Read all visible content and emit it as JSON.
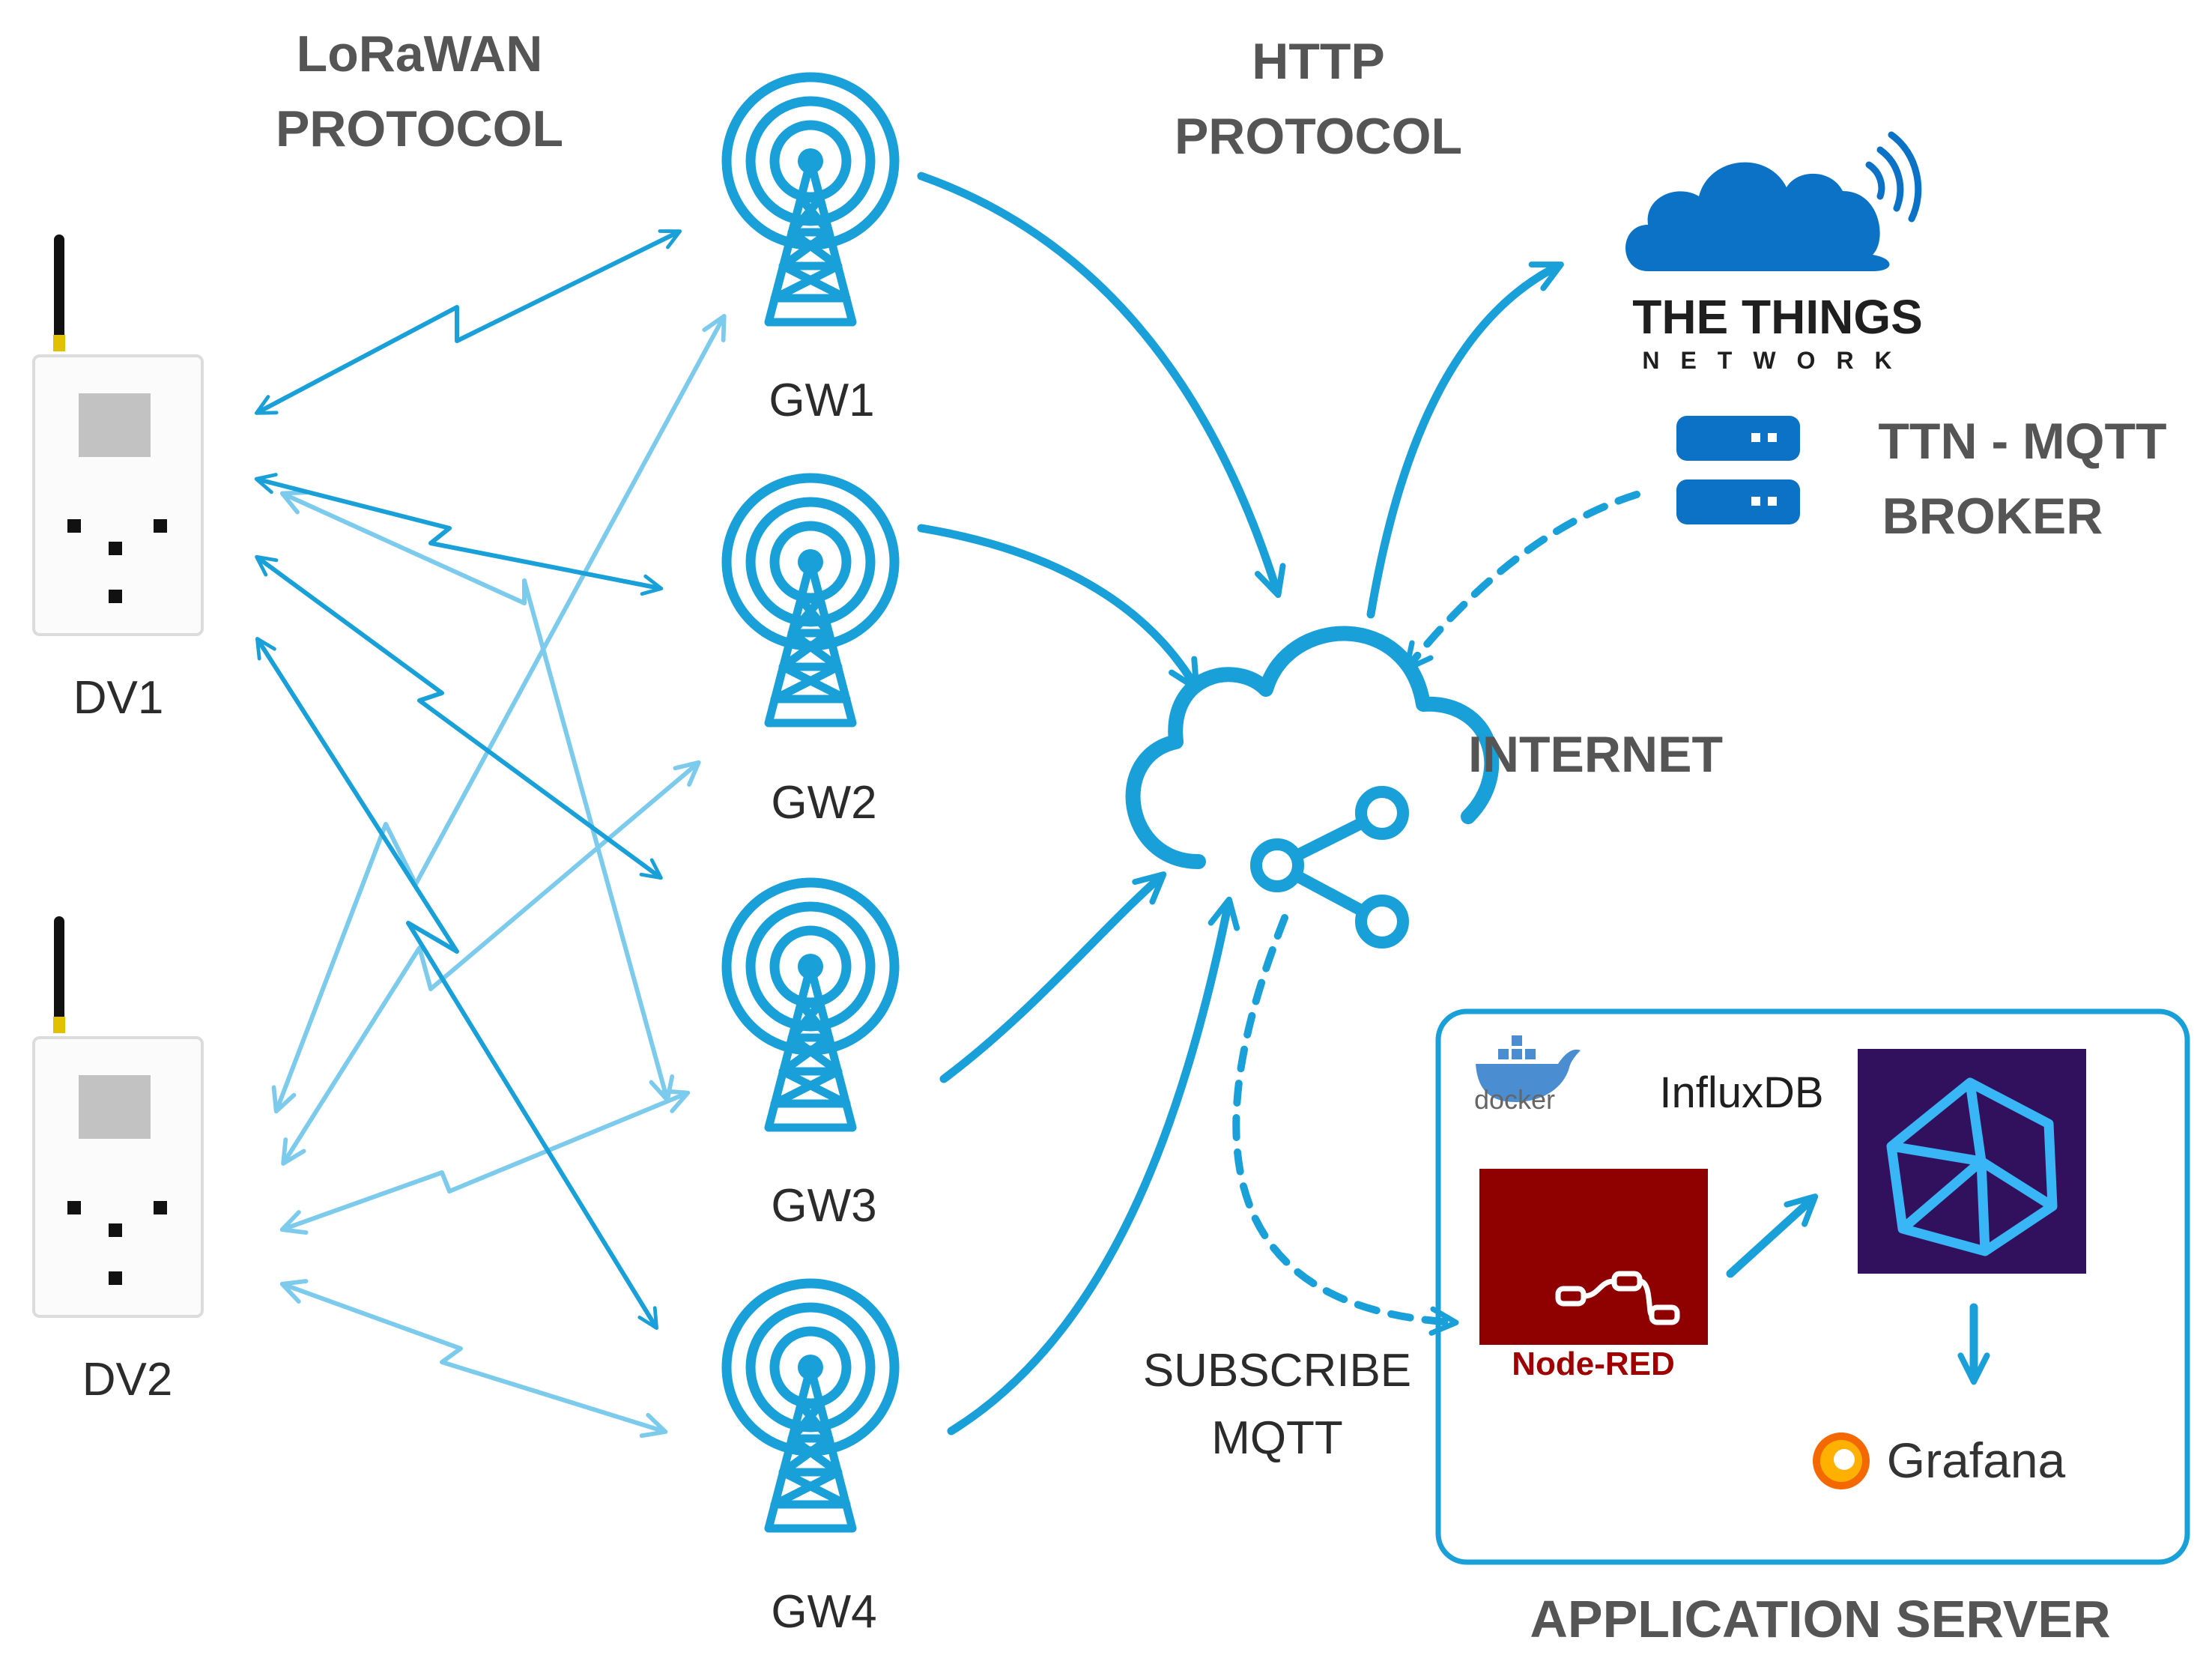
{
  "protocols": {
    "lorawan_line1": "LoRaWAN",
    "lorawan_line2": "PROTOCOL",
    "http_line1": "HTTP",
    "http_line2": "PROTOCOL"
  },
  "devices": [
    {
      "label": "DV1"
    },
    {
      "label": "DV2"
    }
  ],
  "gateways": [
    {
      "label": "GW1"
    },
    {
      "label": "GW2"
    },
    {
      "label": "GW3"
    },
    {
      "label": "GW4"
    }
  ],
  "ttn": {
    "line1": "THE THINGS",
    "line2": "NETWORK"
  },
  "broker": {
    "line1": "TTN - MQTT",
    "line2": "BROKER"
  },
  "internet": {
    "label": "INTERNET"
  },
  "subscribe": {
    "line1": "SUBSCRIBE",
    "line2": "MQTT"
  },
  "app_server": {
    "label": "APPLICATION SERVER",
    "docker": "docker",
    "influxdb": "InfluxDB",
    "nodered": "Node-RED",
    "grafana": "Grafana"
  },
  "colors": {
    "primary": "#1aa0d8",
    "light": "#7ccbec",
    "text": "#2b2b2b",
    "grey_text": "#555555",
    "nodered": "#8f0000",
    "influx_bg": "#4a137a",
    "ttn_blue": "#0b72c6"
  }
}
